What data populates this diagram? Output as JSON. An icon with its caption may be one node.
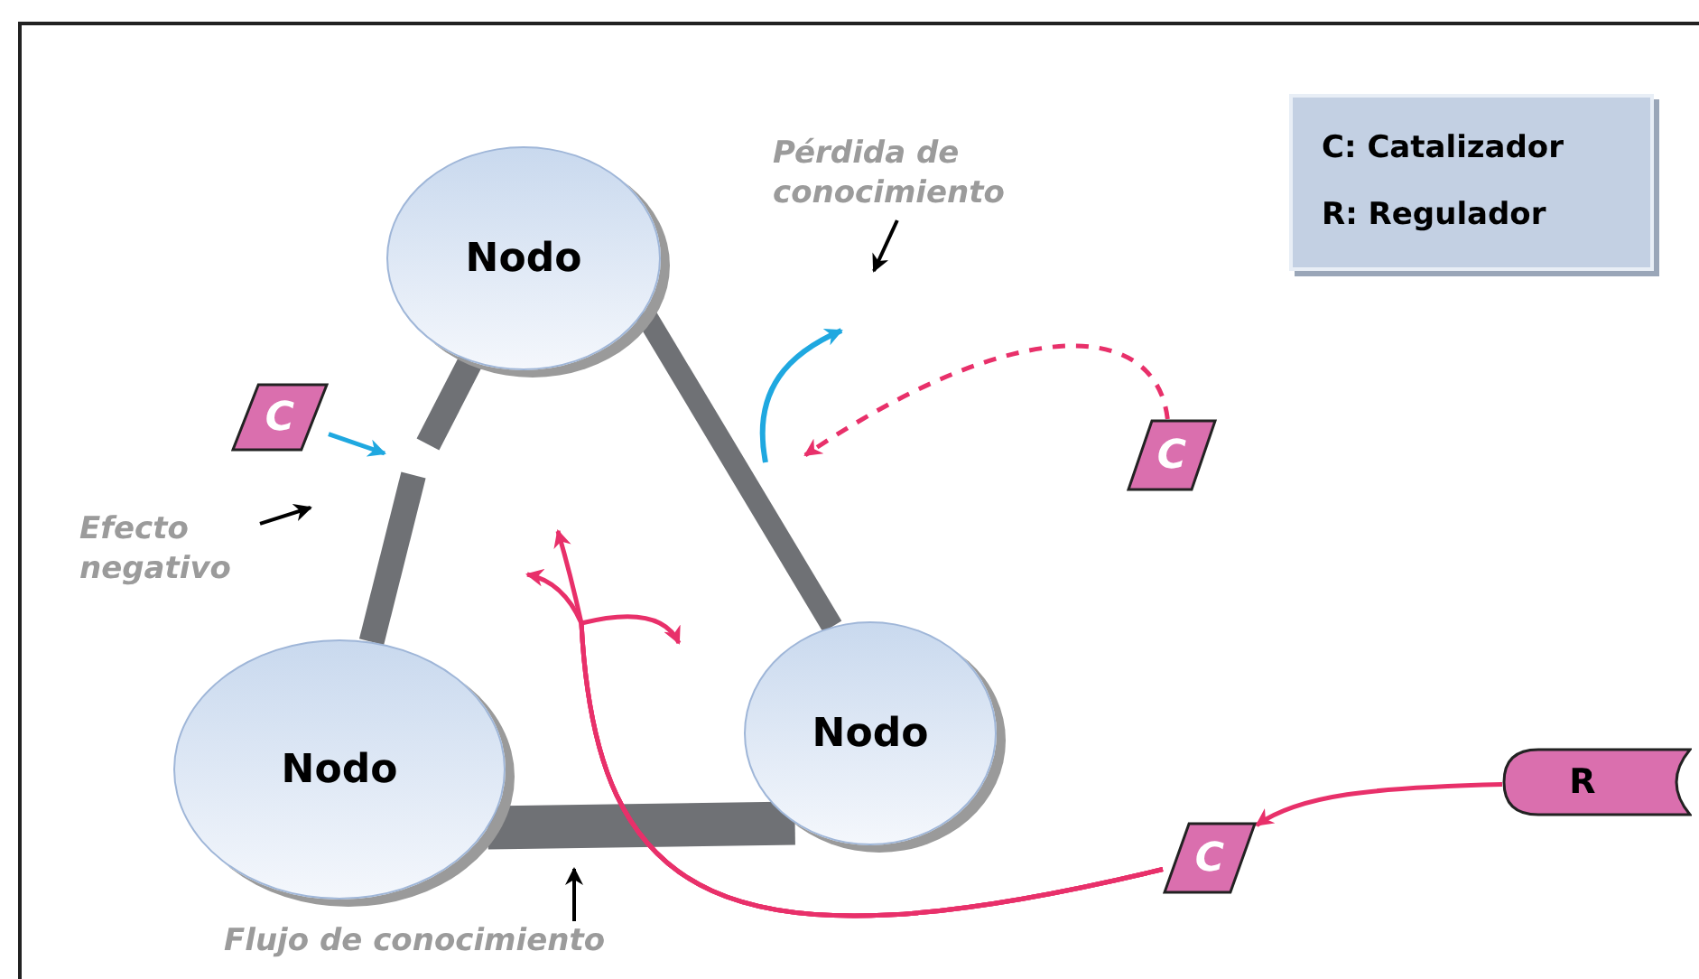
{
  "diagram": {
    "nodes": [
      {
        "text": [
          "Nodo"
        ]
      },
      {
        "text": [
          "Nodo"
        ]
      },
      {
        "text": [
          "Nodo"
        ]
      },
      {
        "text": [
          "C"
        ]
      },
      {
        "text": [
          "C"
        ]
      },
      {
        "text": [
          "C"
        ]
      },
      {
        "text": [
          "R"
        ]
      },
      {
        "text": [
          "C: Catalizador",
          "R: Regulador"
        ]
      },
      {
        "text": [
          "Pérdida de conocimiento"
        ]
      },
      {
        "text": [
          "Efecto negativo"
        ]
      },
      {
        "text": [
          "Flujo de conocimiento"
        ]
      }
    ],
    "edges": [
      {
        "from": 0,
        "to": null,
        "arrow": "none",
        "style": "thick",
        "color": "#6f7175"
      },
      {
        "from": null,
        "to": 1,
        "arrow": "none",
        "style": "thick",
        "color": "#6f7175"
      },
      {
        "from": 0,
        "to": 2,
        "arrow": "none",
        "style": "thick",
        "color": "#6f7175"
      },
      {
        "from": 1,
        "to": 2,
        "arrow": "none",
        "style": "thick",
        "color": "#6f7175"
      },
      {
        "from": 3,
        "to": null,
        "arrow": "to",
        "color": "#1fa8e0"
      },
      {
        "from": 4,
        "to": null,
        "arrow": "to",
        "style": "dashed",
        "color": "#e8306a"
      },
      {
        "from": 6,
        "to": 5,
        "arrow": "to",
        "color": "#e8306a"
      },
      {
        "from": 5,
        "to": null,
        "arrow": "to",
        "color": "#e8306a"
      },
      {
        "from": 5,
        "to": null,
        "arrow": "to",
        "color": "#e8306a"
      },
      {
        "from": 5,
        "to": null,
        "arrow": "to",
        "color": "#e8306a"
      },
      {
        "from": 8,
        "to": null,
        "arrow": "to",
        "color": "#000000"
      },
      {
        "from": 9,
        "to": null,
        "arrow": "to",
        "color": "#000000"
      },
      {
        "from": 10,
        "to": null,
        "arrow": "to",
        "color": "#000000"
      }
    ]
  }
}
